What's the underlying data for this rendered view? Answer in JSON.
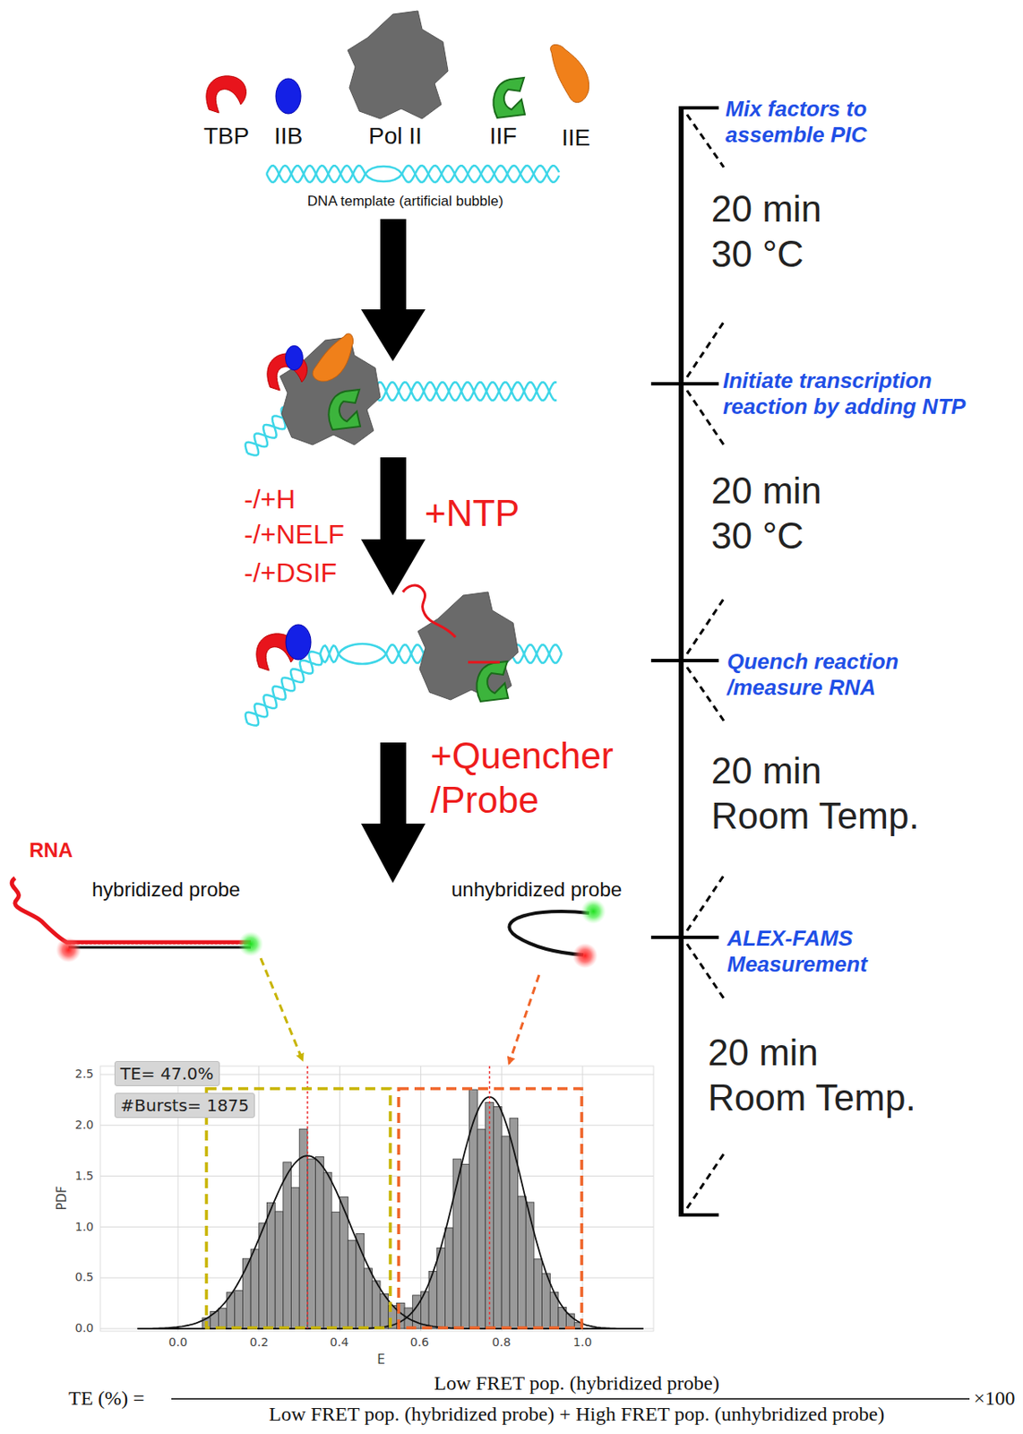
{
  "diagram": {
    "nodes": [
      {
        "text": [
          "TE= 47.0%"
        ]
      },
      {
        "text": [
          "#Bursts= 1875"
        ]
      }
    ],
    "labels": [
      "TBP",
      "IIB",
      "Pol II",
      "IIF",
      "IIE",
      "DNA template (artificial bubble)",
      "Mix factors to assemble PIC",
      "20 min 30 °C",
      "-/+H",
      "-/+NELF",
      "-/+DSIF",
      "+NTP",
      "Initiate transcription reaction by adding NTP",
      "20 min 30 °C",
      "Quench reaction /measure RNA",
      "+Quencher /Probe",
      "20 min Room Temp.",
      "RNA",
      "hybridized probe",
      "unhybridized probe",
      "ALEX-FAMS Measurement",
      "20 min Room Temp.",
      "2.5",
      "2.0",
      "1.5",
      "1.0",
      "0.5",
      "0.0",
      "0.0",
      "0.2",
      "0.4",
      "0.6",
      "0.8",
      "1.0",
      "PDF",
      "E",
      "TE (%) =",
      "Low FRET pop. (hybridized probe)",
      "Low FRET pop. (hybridized probe) + High FRET pop. (unhybridized probe)",
      "×100"
    ]
  }
}
